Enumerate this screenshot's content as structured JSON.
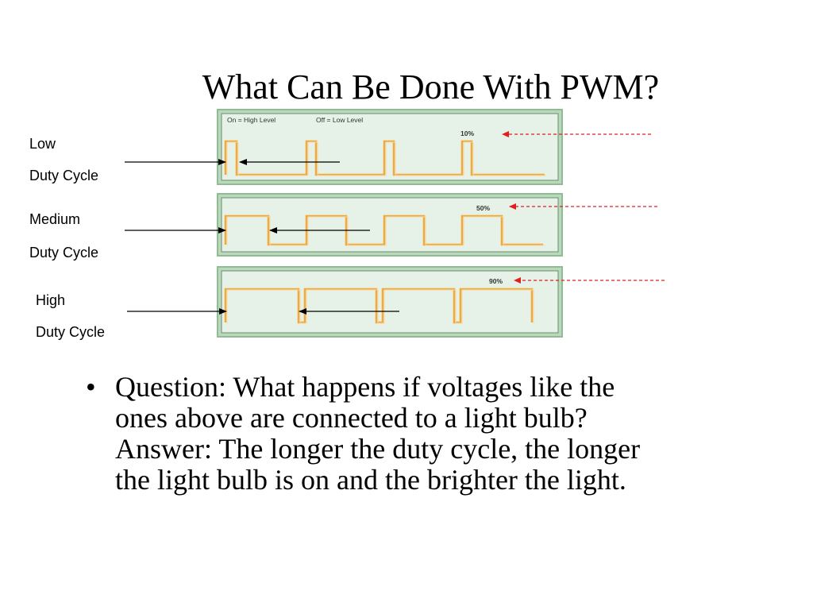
{
  "slide": {
    "title": "What Can Be Done With PWM?"
  },
  "panels": [
    {
      "side_label_line1": "Low",
      "side_label_line2": "Duty Cycle",
      "header_on": "On = High Level",
      "header_off": "Off = Low Level",
      "duty_label": "10%",
      "duty_fraction": 0.1
    },
    {
      "side_label_line1": "Medium",
      "side_label_line2": "Duty Cycle",
      "header_on": "",
      "header_off": "",
      "duty_label": "50%",
      "duty_fraction": 0.5
    },
    {
      "side_label_line1": "High",
      "side_label_line2": "Duty Cycle",
      "header_on": "",
      "header_off": "",
      "duty_label": "90%",
      "duty_fraction": 0.9
    }
  ],
  "colors": {
    "panel_fill": "#e6f1e8",
    "panel_border": "#8fbc93",
    "panel_inner_border": "#6a8f6e",
    "waveform": "#f0a93a",
    "red_arrow": "#e02020",
    "black_arrow": "#000000"
  },
  "bullet": {
    "lines": [
      "Question: What happens if voltages like the",
      "ones above are connected to a light bulb?",
      "Answer: The longer the duty cycle, the longer",
      "the light bulb is on and the brighter the light."
    ]
  }
}
